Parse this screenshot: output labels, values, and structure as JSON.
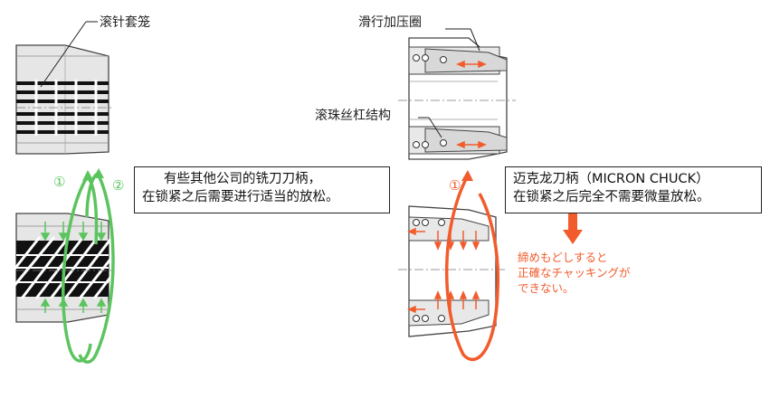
{
  "labels": {
    "needle_cage": "滚针套笼",
    "sliding_ring": "滑行加压圈",
    "ball_screw": "滚珠丝杠结构"
  },
  "markers": {
    "left_1": "①",
    "left_2": "②",
    "right_1": "①"
  },
  "left_box": {
    "line1": "有些其他公司的铣刀刀柄，",
    "line2": "在锁紧之后需要进行适当的放松。"
  },
  "right_box": {
    "line1": "迈克龙刀柄（MICRON CHUCK）",
    "line2": "在锁紧之后完全不需要微量放松。"
  },
  "note": {
    "line1": "締めもどしすると",
    "line2": "正確なチャッキングが",
    "line3": "できない。"
  },
  "colors": {
    "green": "#5cc45f",
    "orange": "#f25c2c",
    "body_gray": "#e4e4e4",
    "outline": "#333333"
  }
}
